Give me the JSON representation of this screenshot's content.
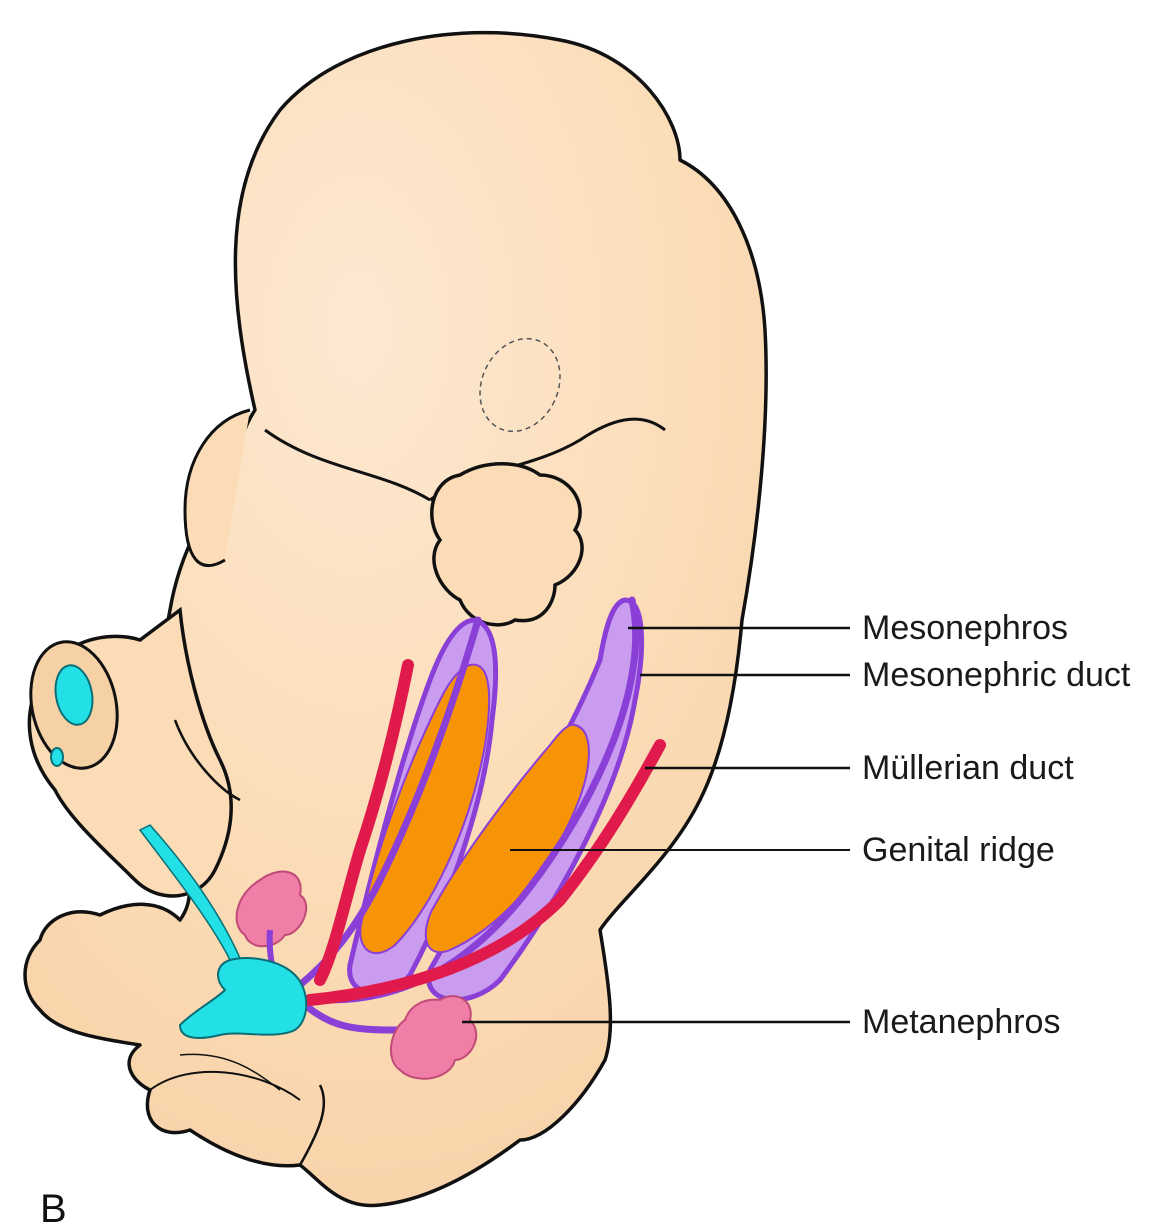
{
  "panel_label": "B",
  "labels": {
    "mesonephros": "Mesonephros",
    "mesonephric_duct": "Mesonephric duct",
    "mullerian_duct": "Müllerian duct",
    "genital_ridge": "Genital ridge",
    "metanephros": "Metanephros"
  },
  "colors": {
    "skin": "#fbdcb6",
    "outline": "#111111",
    "mesonephros": "#c99cf0",
    "mesonephric_duct": "#8a3fd6",
    "mullerian_duct": "#e01a4a",
    "genital_ridge": "#f79406",
    "metanephros": "#f07ea6",
    "cloaca": "#22e0e6"
  }
}
